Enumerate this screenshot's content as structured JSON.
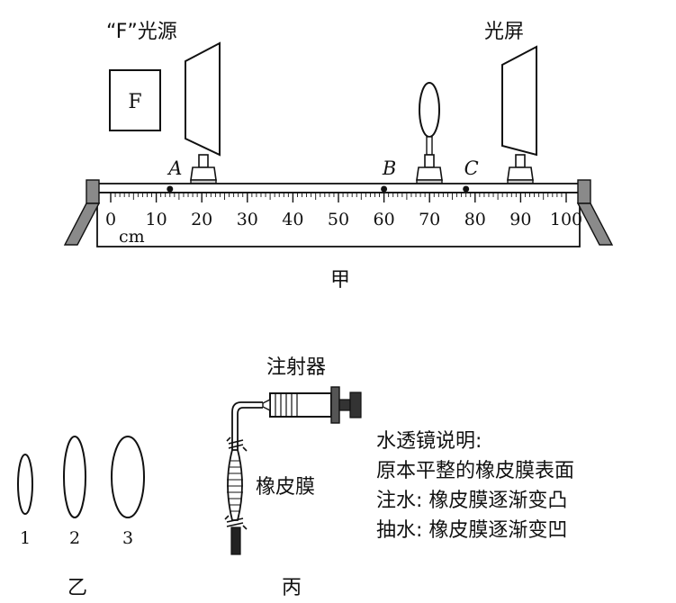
{
  "figure_jia": {
    "caption": "甲",
    "light_source_label": "“F”光源",
    "f_box_letter": "F",
    "screen_label": "光屏",
    "ruler": {
      "unit": "cm",
      "min": 0,
      "max": 100,
      "tick_labels": [
        "0",
        "10",
        "20",
        "30",
        "40",
        "50",
        "60",
        "70",
        "80",
        "90",
        "100"
      ]
    },
    "points": [
      {
        "label": "A",
        "position_cm": 13
      },
      {
        "label": "B",
        "position_cm": 60
      },
      {
        "label": "C",
        "position_cm": 78
      }
    ],
    "light_source_position_cm": 21,
    "lens_position_cm": 70,
    "screen_position_cm": 91
  },
  "figure_yi": {
    "caption": "乙",
    "lenses": [
      {
        "label": "1"
      },
      {
        "label": "2"
      },
      {
        "label": "3"
      }
    ]
  },
  "figure_bing": {
    "caption": "丙",
    "syringe_label": "注射器",
    "membrane_label": "橡皮膜",
    "notes": [
      "水透镜说明:",
      "原本平整的橡皮膜表面",
      "注水: 橡皮膜逐渐变凸",
      "抽水: 橡皮膜逐渐变凹"
    ]
  }
}
